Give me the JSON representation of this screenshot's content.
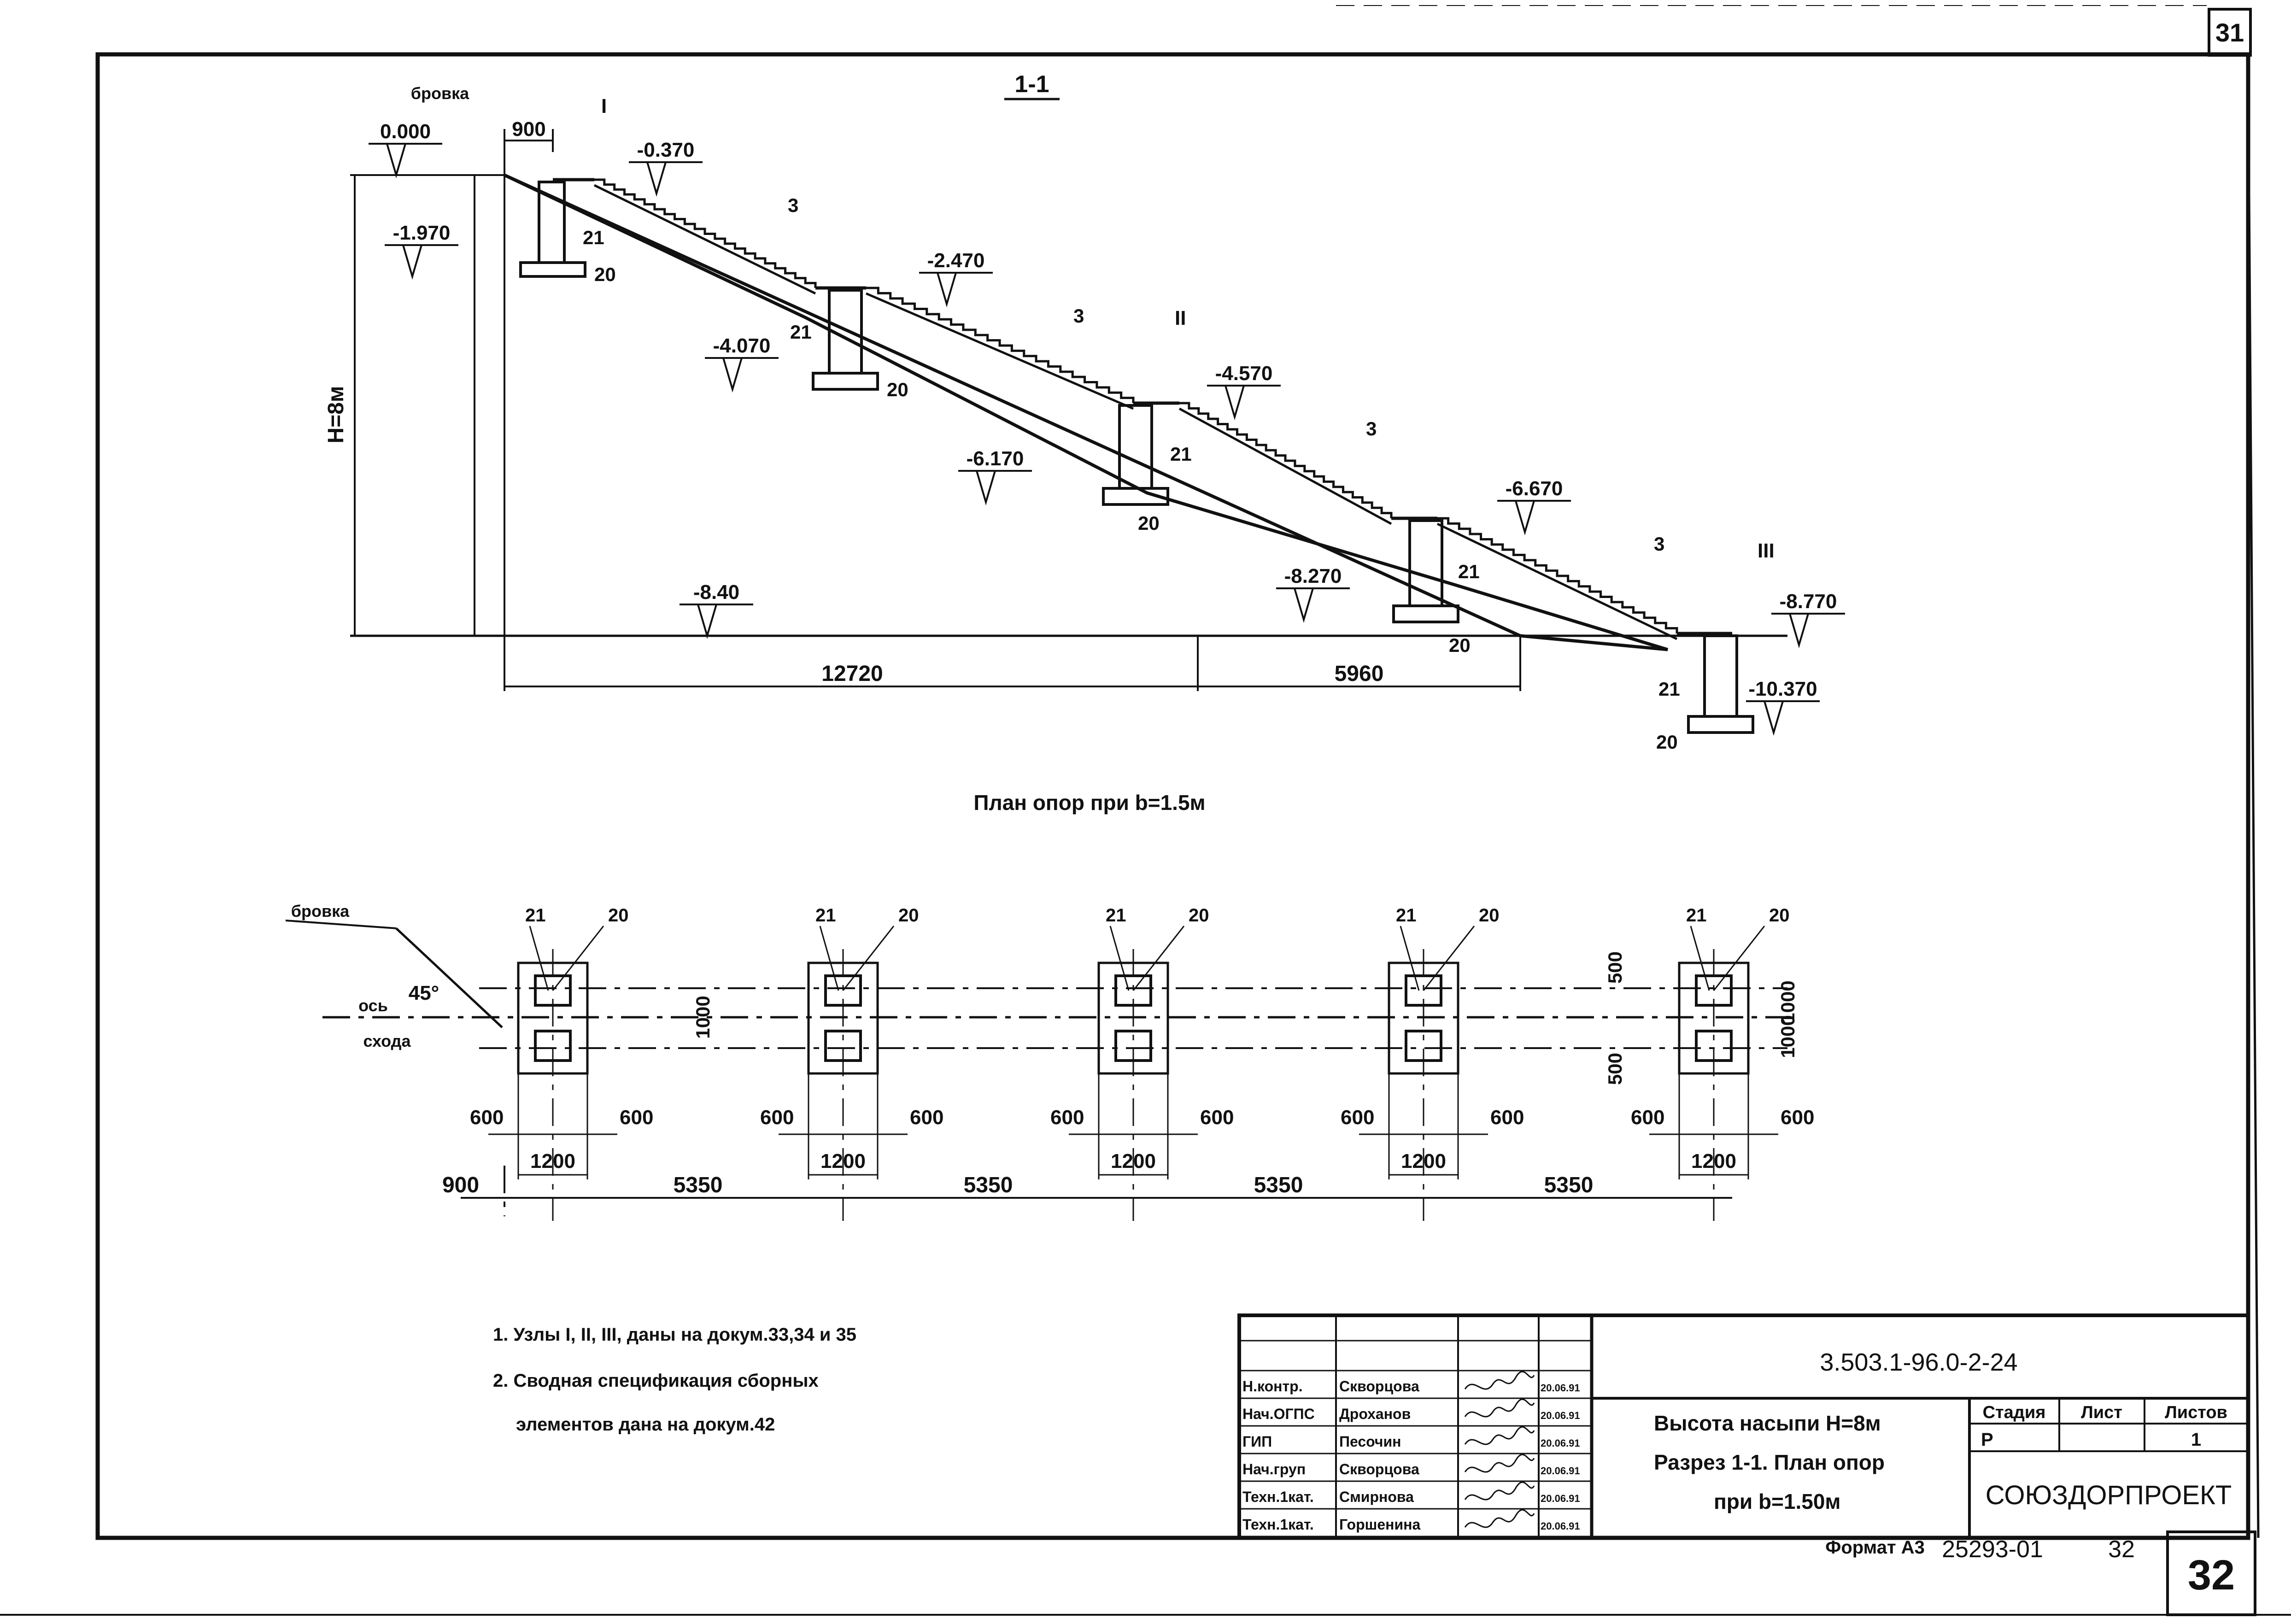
{
  "sheet": {
    "number_top": "31",
    "number_bottom": "32",
    "format": "Формат А3",
    "inventory_no": "25293-01",
    "inventory_page": "32"
  },
  "section": {
    "title": "1-1",
    "brovka": "бровка",
    "levels": [
      "0.000",
      "-0.370",
      "-1.970",
      "-2.470",
      "-4.070",
      "-4.570",
      "-6.170",
      "-6.670",
      "-8.270",
      "-8.40",
      "-8.770",
      "-10.370"
    ],
    "nodes": [
      "I",
      "II",
      "III"
    ],
    "marks": {
      "stair": "3",
      "post": "21",
      "base": "20"
    },
    "height": "H=8м",
    "dims": [
      "900",
      "12720",
      "5960"
    ]
  },
  "plan": {
    "title": "План опор при b=1.5м",
    "brovka": "бровка",
    "angle": "45°",
    "axis_label_1": "ось",
    "axis_label_2": "схода",
    "marks": {
      "post": "21",
      "base": "20"
    },
    "side_dim": "600",
    "width_dim": "1200",
    "pitch_dim": "1000",
    "half_dim": "500",
    "first_offset": "900",
    "spacings": [
      "5350",
      "5350",
      "5350",
      "5350"
    ]
  },
  "notes": [
    "1. Узлы I, II, III, даны на докум.33,34 и 35",
    "2. Сводная спецификация сборных",
    "элементов дана на докум.42"
  ],
  "title_block": {
    "doc_code": "3.503.1-96.0-2-24",
    "description": [
      "Высота насыпи H=8м",
      "Разрез 1-1. План опор",
      "при b=1.50м"
    ],
    "stage_header": "Стадия",
    "sheet_header": "Лист",
    "sheets_header": "Листов",
    "stage": "Р",
    "sheets": "1",
    "organization": "СОЮЗДОРПРОЕКТ",
    "staff": [
      {
        "role": "Н.контр.",
        "name": "Скворцова",
        "date": "20.06.91"
      },
      {
        "role": "Нач.ОГПС",
        "name": "Дроханов",
        "date": "20.06.91"
      },
      {
        "role": "ГИП",
        "name": "Песочин",
        "date": "20.06.91"
      },
      {
        "role": "Нач.груп",
        "name": "Скворцова",
        "date": "20.06.91"
      },
      {
        "role": "Техн.1кат.",
        "name": "Смирнова",
        "date": "20.06.91"
      },
      {
        "role": "Техн.1кат.",
        "name": "Горшенина",
        "date": "20.06.91"
      }
    ]
  }
}
